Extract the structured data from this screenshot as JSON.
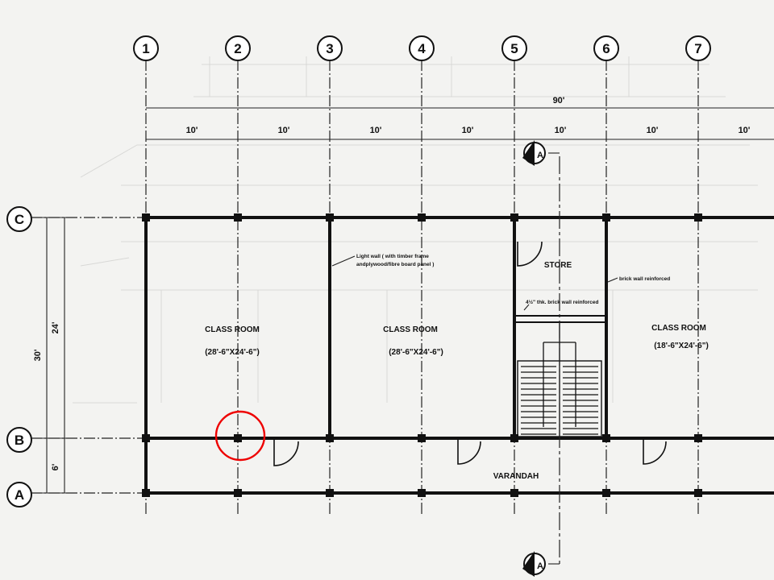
{
  "grid": {
    "columns": [
      "1",
      "2",
      "3",
      "4",
      "5",
      "6",
      "7"
    ],
    "rows": [
      "C",
      "B",
      "A"
    ]
  },
  "dimensions": {
    "overall_width": "90'",
    "bays": [
      "10'",
      "10'",
      "10'",
      "10'",
      "10'",
      "10'",
      "10'"
    ],
    "overall_depth": "30'",
    "room_depth": "24'",
    "verandah_depth": "6'"
  },
  "rooms": [
    {
      "name": "CLASS ROOM",
      "size": "(28'-6\"X24'-6\")"
    },
    {
      "name": "CLASS ROOM",
      "size": "(28'-6\"X24'-6\")"
    },
    {
      "name": "CLASS ROOM",
      "size": "(18'-6\"X24'-6\")"
    }
  ],
  "labels": {
    "store": "STORE",
    "verandah": "VARANDAH",
    "section_mark": "A"
  },
  "notes": {
    "light_wall_line1": "Light wall ( with timber frame",
    "light_wall_line2": "andplywood/fibre board panel )",
    "brick_wall_right": "brick wall reinforced",
    "brick_wall_store": "4½\" thk. brick wall reinforced"
  },
  "highlight": {
    "type": "circle",
    "color": "#e00000"
  }
}
